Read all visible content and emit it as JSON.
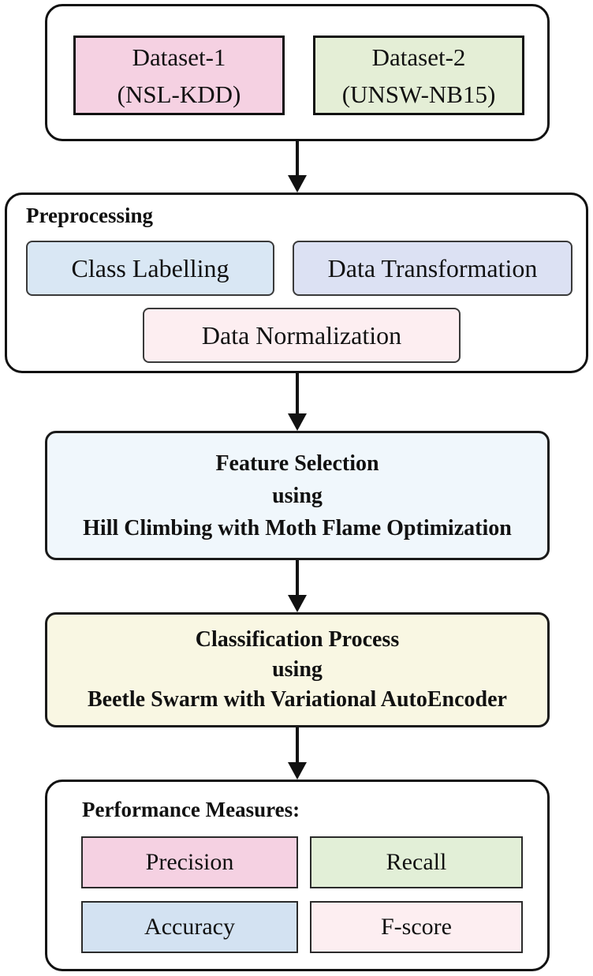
{
  "diagram": {
    "datasets_group": {
      "dataset1": {
        "line1": "Dataset-1",
        "line2": "(NSL-KDD)"
      },
      "dataset2": {
        "line1": "Dataset-2",
        "line2": "(UNSW-NB15)"
      }
    },
    "preprocessing": {
      "title": "Preprocessing",
      "class_labelling": "Class Labelling",
      "data_transformation": "Data Transformation",
      "data_normalization": "Data Normalization"
    },
    "feature_selection": {
      "line1": "Feature Selection",
      "line2": "using",
      "line3": "Hill Climbing with Moth Flame Optimization"
    },
    "classification": {
      "line1": "Classification Process",
      "line2": "using",
      "line3": "Beetle Swarm with Variational AutoEncoder"
    },
    "performance": {
      "title": "Performance Measures:",
      "precision": "Precision",
      "recall": "Recall",
      "accuracy": "Accuracy",
      "fscore": "F-score"
    },
    "colors": {
      "dataset1_bg": "#f5d1e2",
      "dataset2_bg": "#e4eed6",
      "class_labelling_bg": "#d9e7f4",
      "data_transformation_bg": "#dce1f3",
      "data_normalization_bg": "#fdeef1",
      "feature_selection_bg": "#f0f7fc",
      "classification_bg": "#f9f7e3",
      "precision_bg": "#f5d1e2",
      "recall_bg": "#e2efd7",
      "accuracy_bg": "#d3e2f2",
      "fscore_bg": "#fdeef1",
      "outline": "#111111"
    }
  }
}
